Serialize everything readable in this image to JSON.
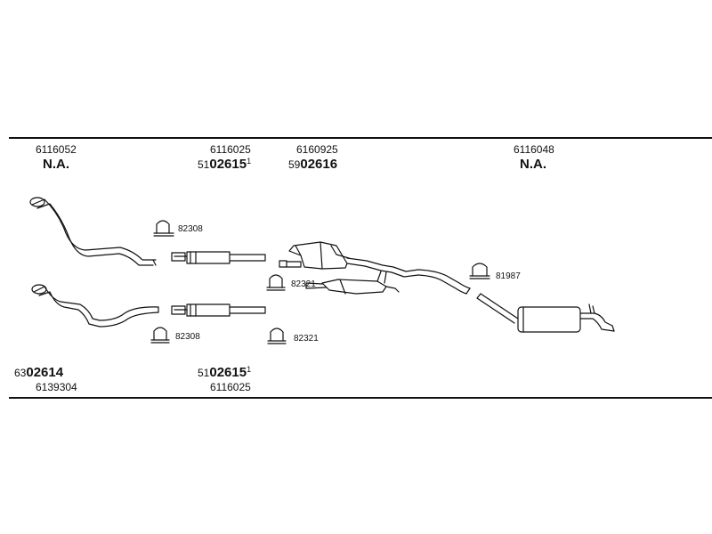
{
  "top_labels": [
    {
      "ref": "6116052",
      "code": "N.A."
    },
    {
      "ref": "6116025",
      "prefix": "51",
      "code": "02615",
      "suffix": "1"
    },
    {
      "ref": "6160925",
      "prefix": "59",
      "code": "02616"
    },
    {
      "ref": "6116048",
      "code": "N.A."
    }
  ],
  "bottom_labels": [
    {
      "prefix": "63",
      "code": "02614",
      "ref": "6139304"
    },
    {
      "prefix": "51",
      "code": "02615",
      "suffix": "1",
      "ref": "6116025"
    }
  ],
  "clamp_labels": [
    "82308",
    "82321",
    "81987",
    "82308",
    "82321"
  ]
}
